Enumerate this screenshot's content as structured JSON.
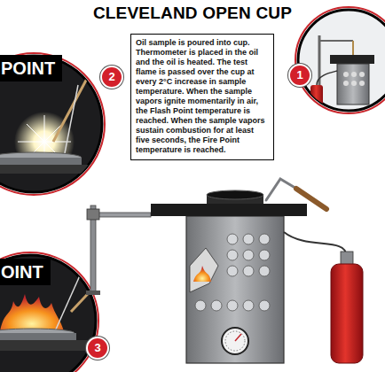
{
  "diagram": {
    "title": "CLEVELAND OPEN CUP",
    "nodes": [
      {
        "text": [
          "Oil sample is poured into cup. Thermometer is placed in the oil and the oil is heated. The test flame is passed over the cup at every 2°C increase in sample temperature. When the sample vapors ignite momentarily in air, the Flash Point temperature is reached. When the sample vapors sustain combustion for at least five seconds, the Fire Point temperature is reached."
        ]
      }
    ],
    "labels": [
      "POINT",
      "2",
      "OINT",
      "3",
      "1"
    ]
  }
}
